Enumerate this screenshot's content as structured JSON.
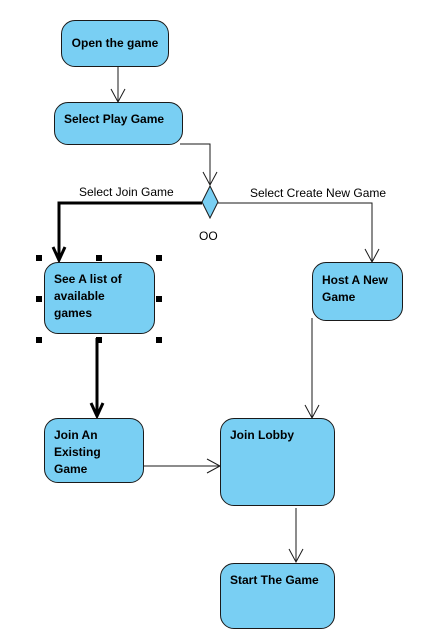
{
  "nodes": {
    "open_game": "Open the game",
    "select_play": "Select Play Game",
    "see_list": "See A list of available games",
    "host_new": "Host A New Game",
    "join_existing": "Join An Existing Game",
    "join_lobby": "Join Lobby",
    "start_game": "Start The Game"
  },
  "edges": {
    "join_branch": "Select Join Game",
    "create_branch": "Select Create New  Game"
  },
  "decision_label": "OO",
  "colors": {
    "node_fill": "#79cff3",
    "decision_fill": "#79cff3",
    "stroke": "#1a1a1a"
  }
}
